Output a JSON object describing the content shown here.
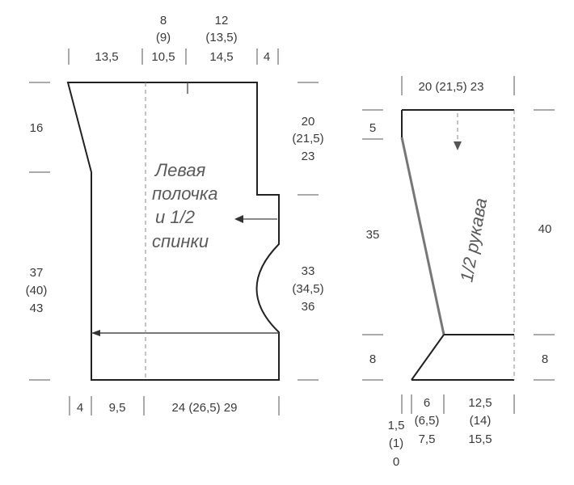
{
  "left_panel": {
    "title_lines": [
      "Левая",
      "полочка",
      "и 1/2",
      "спинки"
    ],
    "top_row1": [
      "8",
      "12"
    ],
    "top_row2": [
      "(9)",
      "(13,5)"
    ],
    "top_row3": [
      "13,5",
      "10,5",
      "14,5",
      "4"
    ],
    "left_dim_top": "16",
    "left_dim_bottom": [
      "37",
      "(40)",
      "43"
    ],
    "right_dim_upper": [
      "20",
      "(21,5)",
      "23"
    ],
    "right_dim_armhole": [
      "33",
      "(34,5)",
      "36"
    ],
    "bottom_row": [
      "4",
      "9,5",
      "24 (26,5) 29"
    ]
  },
  "right_panel": {
    "title": "1/2 рукава",
    "top_dim": "20 (21,5) 23",
    "left_dims": [
      "5",
      "35",
      "8"
    ],
    "right_dims": [
      "40",
      "8"
    ],
    "bottom_col1": [
      "1,5",
      "(1)",
      "0"
    ],
    "bottom_col2": [
      "6",
      "(6,5)",
      "7,5"
    ],
    "bottom_col3": [
      "12,5",
      "(14)",
      "15,5"
    ]
  }
}
